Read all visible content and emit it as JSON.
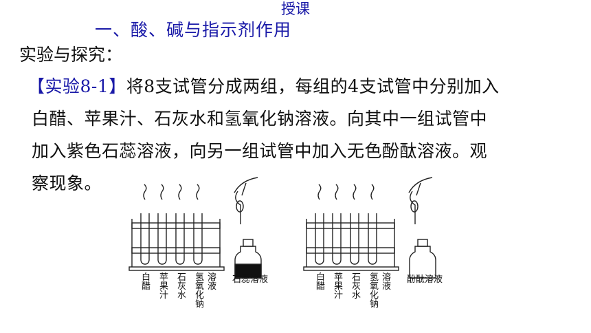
{
  "header": {
    "title": "授课",
    "subtitle": "一、酸、碱与指示剂作用"
  },
  "section_label": "实验与探究：",
  "experiment": {
    "tag": "【实验8-1】",
    "lines": [
      "将8支试管分成两组，每组的4支试管中分别加入",
      "白醋、苹果汁、石灰水和氢氧化钠溶液。向其中一组试管中",
      "加入紫色石蕊溶液，向另一组试管中加入无色酚酞溶液。观",
      "察现象。"
    ]
  },
  "figure_left": {
    "tube_labels": [
      "白醋",
      "苹果汁",
      "石灰水",
      "氢氧化钠",
      "溶液"
    ],
    "bottle_label": "石蕊溶液"
  },
  "figure_right": {
    "tube_labels": [
      "白醋",
      "苹果汁",
      "石灰水",
      "氢氧化钠",
      "溶液"
    ],
    "bottle_label": "酚酞溶液"
  }
}
